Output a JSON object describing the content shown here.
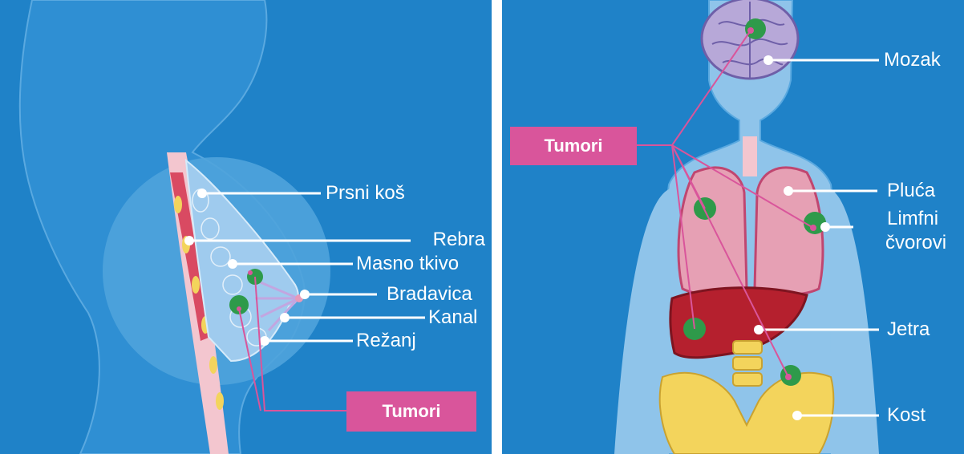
{
  "left_panel": {
    "labels": {
      "prsni_kos": "Prsni koš",
      "rebra": "Rebra",
      "masno_tkivo": "Masno tkivo",
      "bradavica": "Bradavica",
      "kanal": "Kanal",
      "rezanj": "Režanj"
    },
    "tumor_tag": "Tumori"
  },
  "right_panel": {
    "labels": {
      "mozak": "Mozak",
      "pluca": "Pluća",
      "limfni_1": "Limfni",
      "limfni_2": "čvorovi",
      "jetra": "Jetra",
      "kost": "Kost"
    },
    "tumor_tag": "Tumori"
  },
  "colors": {
    "background_blue": "#1f82c8",
    "tumor_pink": "#d9559b",
    "body_light_blue": "#8fc4ea",
    "tumor_green": "#2e9a4a",
    "lung_pink": "#e6a0b4",
    "liver_red": "#b5202e",
    "bone_yellow": "#f3d45c"
  }
}
